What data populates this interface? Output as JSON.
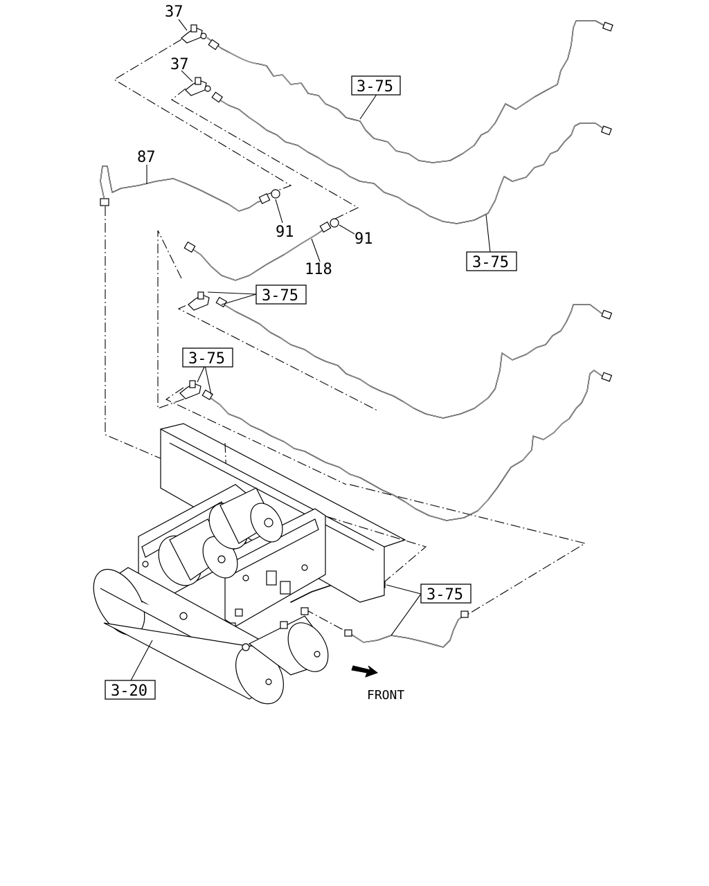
{
  "callouts": {
    "c37_top": "37",
    "c37_mid": "37",
    "c87": "87",
    "c91_left": "91",
    "c91_right": "91",
    "c118": "118"
  },
  "refs": {
    "r375_a": "3-75",
    "r375_b": "3-75",
    "r375_c": "3-75",
    "r375_d": "3-75",
    "r375_e": "3-75",
    "r320": "3-20"
  },
  "direction": {
    "front_label": "FRONT"
  }
}
